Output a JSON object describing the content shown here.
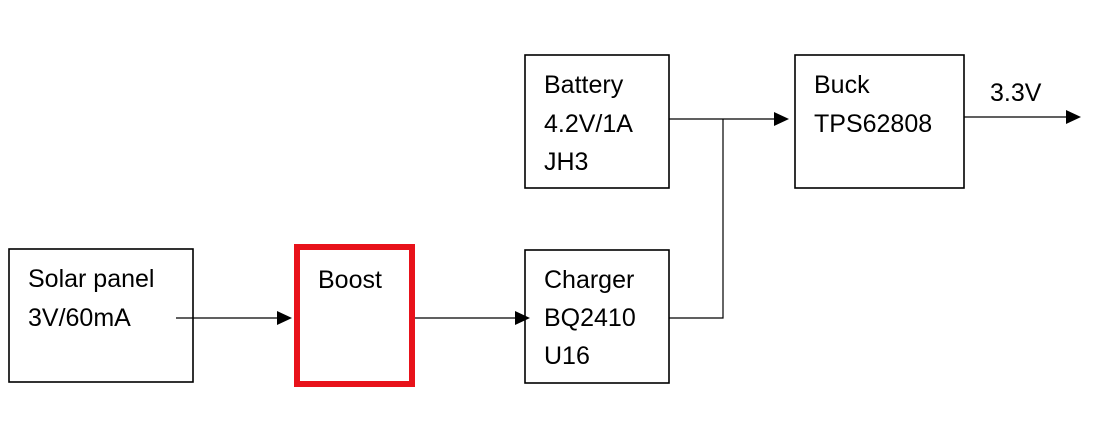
{
  "diagram": {
    "highlight_color": "#e8121a",
    "line_color": "#000000",
    "blocks": {
      "solar": {
        "line1": "Solar panel",
        "line2": "3V/60mA"
      },
      "boost": {
        "line1": "Boost"
      },
      "charger": {
        "line1": "Charger",
        "line2": "BQ2410",
        "line3": "U16"
      },
      "battery": {
        "line1": "Battery",
        "line2": "4.2V/1A",
        "line3": "JH3"
      },
      "buck": {
        "line1": "Buck",
        "line2": "TPS62808"
      }
    },
    "output_label": "3.3V"
  }
}
